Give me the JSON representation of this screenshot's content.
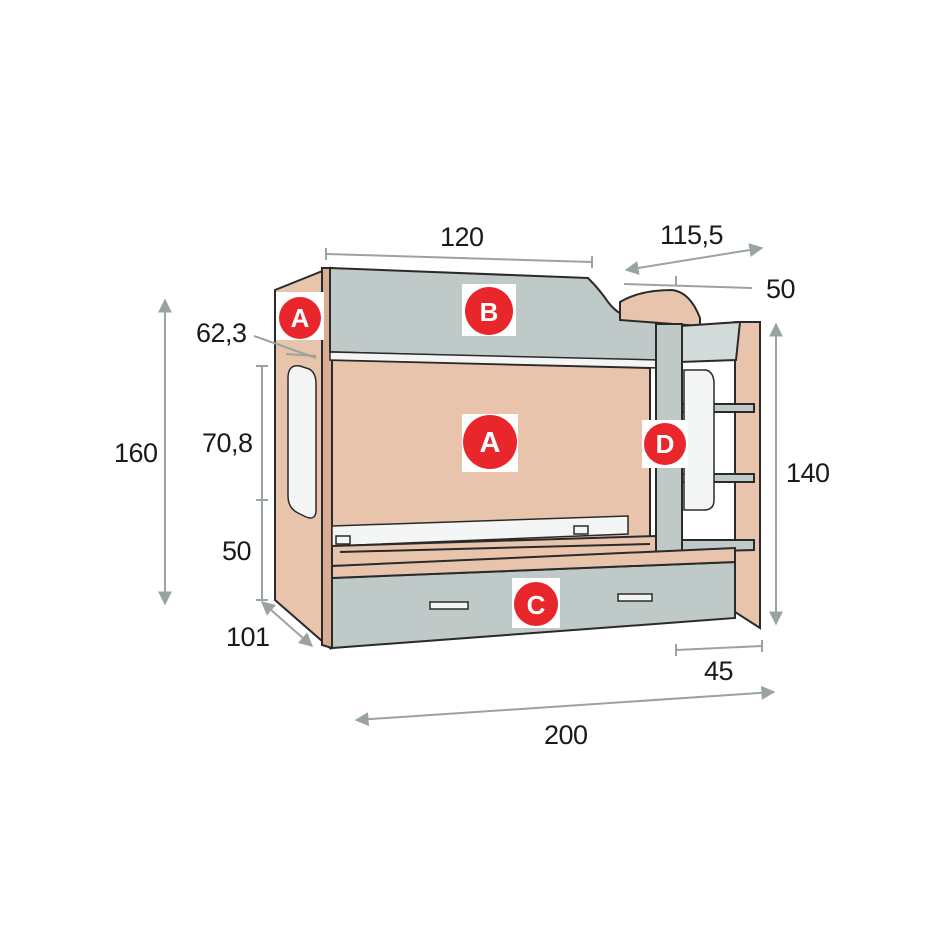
{
  "dimensions": {
    "width_top": "120",
    "depth_top": "115,5",
    "side_50_top": "50",
    "offset_side": "62,3",
    "upper_height": "70,8",
    "total_height": "160",
    "lower_height": "50",
    "right_height": "140",
    "depth_bottom": "101",
    "step_depth": "45",
    "total_length": "200"
  },
  "badges": {
    "a_side": "A",
    "b_panel": "B",
    "a_back": "A",
    "c_drawer": "C",
    "d_ladder": "D"
  },
  "colors": {
    "badge": "#e8262b",
    "wood": "#e8c4ad",
    "grey_panel": "#bfc9c8",
    "dimension_line": "#9aa49e"
  }
}
